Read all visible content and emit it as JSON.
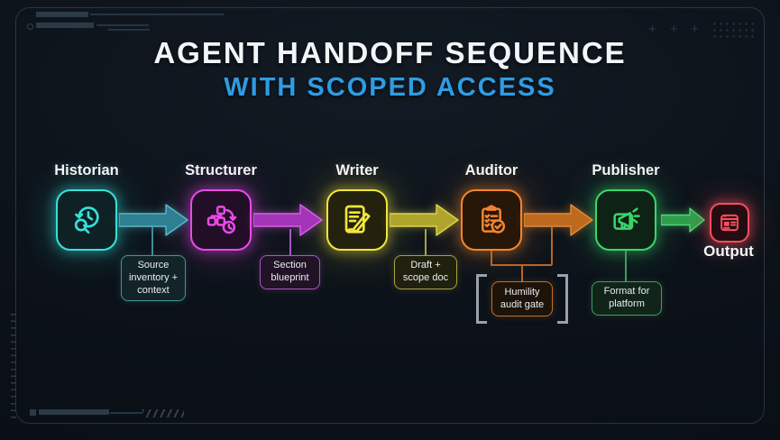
{
  "header": {
    "title_line1": "AGENT HANDOFF SEQUENCE",
    "title_line2": "WITH SCOPED ACCESS",
    "title_highlight_color": "#2f9ce3"
  },
  "agents": [
    {
      "name": "Historian",
      "artifact": "Source inventory + context",
      "color": "#35e2da"
    },
    {
      "name": "Structurer",
      "artifact": "Section blueprint",
      "color": "#ea4ae8"
    },
    {
      "name": "Writer",
      "artifact": "Draft + scope doc",
      "color": "#f2e63c"
    },
    {
      "name": "Auditor",
      "artifact": "Humility audit gate",
      "color": "#f5852d"
    },
    {
      "name": "Publisher",
      "artifact": "Format for platform",
      "color": "#3ad66b"
    }
  ],
  "output": {
    "name": "Output",
    "color": "#ff4d5c"
  },
  "background_color": "#0c1219"
}
